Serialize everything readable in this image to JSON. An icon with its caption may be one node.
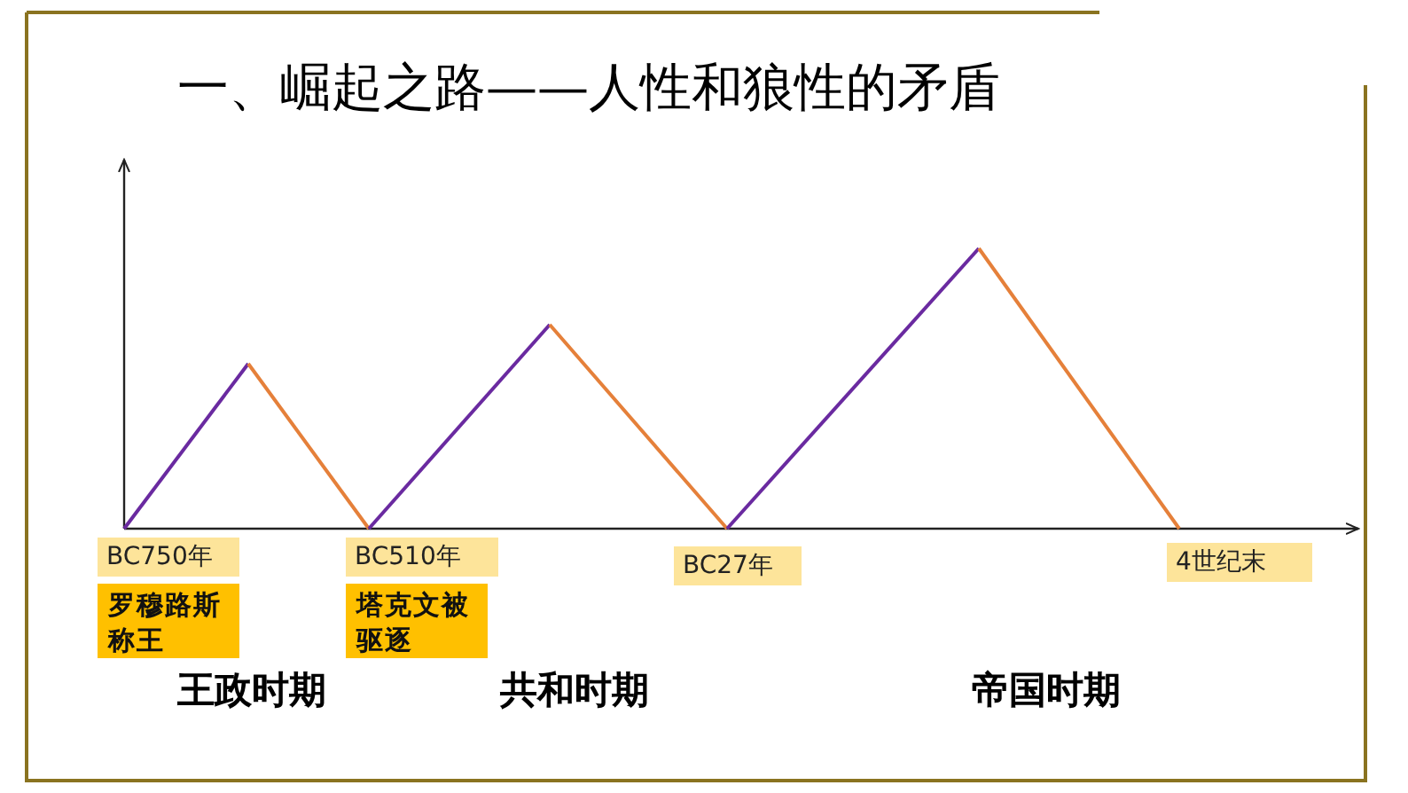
{
  "diagram": {
    "title": "一、崛起之路——人性和狼性的矛盾",
    "nodes": [
      {
        "text": [
          "BC750年"
        ]
      },
      {
        "text": [
          "罗穆路斯称王"
        ]
      },
      {
        "text": [
          "BC510年"
        ]
      },
      {
        "text": [
          "塔克文被驱逐"
        ]
      },
      {
        "text": [
          "BC27年"
        ]
      },
      {
        "text": [
          "4世纪末"
        ]
      }
    ],
    "labels": [
      "王政时期",
      "共和时期",
      "帝国时期"
    ]
  }
}
